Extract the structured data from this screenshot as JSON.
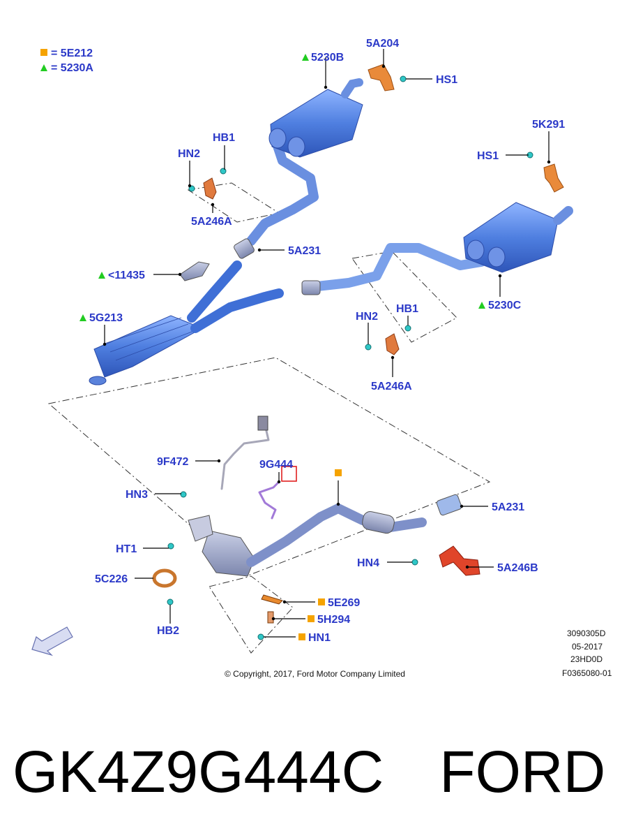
{
  "legend": [
    {
      "symbol": "square",
      "color": "#f5a300",
      "text": "= 5E212"
    },
    {
      "symbol": "triangle",
      "color": "#22cc22",
      "text": "= 5230A"
    }
  ],
  "labels": {
    "p5230B": "5230B",
    "p5A204": "5A204",
    "pHS1_top": "HS1",
    "p5K291": "5K291",
    "pHS1_right": "HS1",
    "pHB1_left": "HB1",
    "pHN2_left": "HN2",
    "p5A246A_left": "5A246A",
    "p5A231_top": "5A231",
    "p11435": "<11435",
    "p5G213": "5G213",
    "p5230C": "5230C",
    "pHN2_right": "HN2",
    "pHB1_right": "HB1",
    "p5A246A_right": "5A246A",
    "p9F472": "9F472",
    "p9G444": "9G444",
    "pHN3": "HN3",
    "pHT1": "HT1",
    "p5C226": "5C226",
    "pHB2": "HB2",
    "p5A231_bottom": "5A231",
    "pHN4": "HN4",
    "p5A246B": "5A246B",
    "p5E269": "5E269",
    "p5H294": "5H294",
    "pHN1": "HN1"
  },
  "document_codes": [
    "3090305D",
    "05-2017",
    "23HD0D",
    "F0365080-01"
  ],
  "copyright": "© Copyright, 2017, Ford Motor Company Limited",
  "caption": {
    "part_number": "GK4Z9G444C",
    "brand": "FORD"
  },
  "colors": {
    "label_text": "#2b39c8",
    "exhaust_blue": "#3f6fd6",
    "bracket_orange": "#e98a3a",
    "hanger_red": "#e0452a",
    "sensor_purple": "#a27ad8",
    "legend_orange": "#f5a300",
    "legend_green": "#22cc22",
    "highlight_red": "#e02020"
  }
}
